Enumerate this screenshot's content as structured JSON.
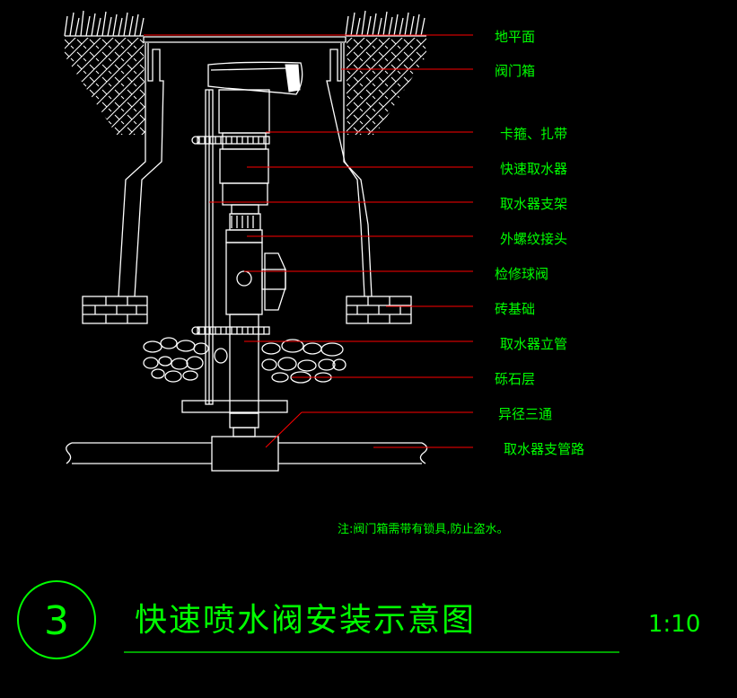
{
  "labels": [
    {
      "id": "ground-surface",
      "text": "地平面"
    },
    {
      "id": "valve-box",
      "text": "阀门箱"
    },
    {
      "id": "clamp-strap",
      "text": "卡箍、扎带"
    },
    {
      "id": "quick-coupler",
      "text": "快速取水器"
    },
    {
      "id": "coupler-bracket",
      "text": "取水器支架"
    },
    {
      "id": "male-thread-adapter",
      "text": "外螺纹接头"
    },
    {
      "id": "service-ball-valve",
      "text": "检修球阀"
    },
    {
      "id": "brick-base",
      "text": "砖基础"
    },
    {
      "id": "coupler-riser",
      "text": "取水器立管"
    },
    {
      "id": "gravel-layer",
      "text": "砾石层"
    },
    {
      "id": "reducing-tee",
      "text": "异径三通"
    },
    {
      "id": "coupler-branch-pipe",
      "text": "取水器支管路"
    }
  ],
  "note": "注:阀门箱需带有锁具,防止盗水。",
  "title": "快速喷水阀安装示意图",
  "drawing_number": "3",
  "scale": "1:10",
  "colors": {
    "background": "#000000",
    "text": "#00ff00",
    "leader": "#ff0000",
    "linework": "#ffffff"
  }
}
